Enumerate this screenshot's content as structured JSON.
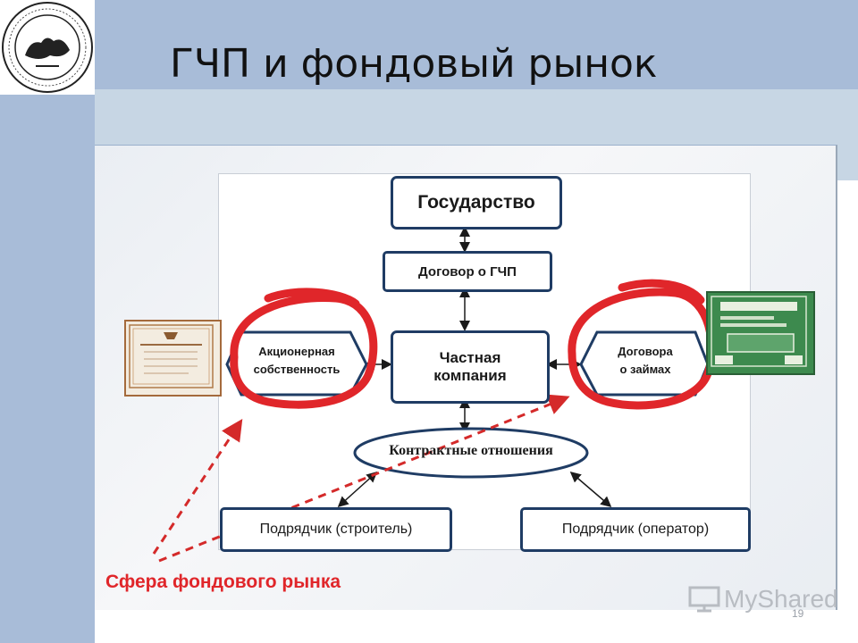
{
  "slide": {
    "title": "ГЧП и фондовый рынок",
    "page_number": "19",
    "caption": "Сфера фондового рынка",
    "watermark": "MyShared"
  },
  "diagram": {
    "nodes": {
      "state": "Государство",
      "ppp_agreement": "Договор о ГЧП",
      "private_company_line1": "Частная",
      "private_company_line2": "компания",
      "equity_line1": "Акционерная",
      "equity_line2": "собственность",
      "loans_line1": "Договора",
      "loans_line2": "о займах",
      "contract_relations": "Контрактные отношения",
      "contractor_builder": "Подрядчик (строитель)",
      "contractor_operator": "Подрядчик (оператор)"
    }
  },
  "colors": {
    "band_blue": "#a8bcd8",
    "node_border": "#1f3c64",
    "highlight_red": "#e0262a"
  },
  "icons": {
    "logo": "society-seal-icon",
    "left_certificate": "stock-certificate-icon",
    "right_certificate": "bond-certificate-icon",
    "watermark": "presentation-screen-icon"
  }
}
